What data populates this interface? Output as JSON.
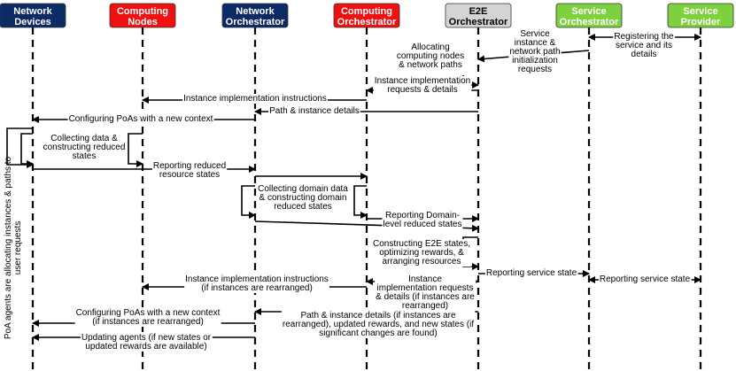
{
  "colors": {
    "navy": "#0c2a63",
    "red": "#f01010",
    "gray": "#d4d4d4",
    "green": "#7dd13d",
    "white": "#ffffff",
    "black": "#000000"
  },
  "participants": [
    {
      "id": "nd",
      "line1": "Network",
      "line2": "Devices",
      "fill": "navy",
      "text": "white"
    },
    {
      "id": "cn",
      "line1": "Computing",
      "line2": "Nodes",
      "fill": "red",
      "text": "white"
    },
    {
      "id": "no",
      "line1": "Network",
      "line2": "Orchestrator",
      "fill": "navy",
      "text": "white"
    },
    {
      "id": "co",
      "line1": "Computing",
      "line2": "Orchestrator",
      "fill": "red",
      "text": "white"
    },
    {
      "id": "e2e",
      "line1": "E2E",
      "line2": "Orchestrator",
      "fill": "gray",
      "text": "black"
    },
    {
      "id": "so",
      "line1": "Service",
      "line2": "Orchestrator",
      "fill": "green",
      "text": "white"
    },
    {
      "id": "sp",
      "line1": "Service",
      "line2": "Provider",
      "fill": "green",
      "text": "white"
    }
  ],
  "side_label": "PoA agents are allocating instances & paths to user requests",
  "messages": [
    {
      "id": "registering",
      "lines": [
        "Registering the",
        "service and its",
        "details"
      ]
    },
    {
      "id": "service-init",
      "lines": [
        "Service",
        "instance &",
        "network path",
        "initialization",
        "requests"
      ]
    },
    {
      "id": "allocating",
      "lines": [
        "Allocating",
        "computing nodes",
        "& network paths"
      ]
    },
    {
      "id": "impl-requests",
      "lines": [
        "Instance implementation",
        "requests & details"
      ]
    },
    {
      "id": "impl-instructions",
      "lines": [
        "Instance implementation instructions"
      ]
    },
    {
      "id": "path-instance",
      "lines": [
        "Path & instance details"
      ]
    },
    {
      "id": "configuring-poas",
      "lines": [
        "Configuring PoAs with a new context"
      ]
    },
    {
      "id": "collecting-data",
      "lines": [
        "Collecting data &",
        "constructing reduced",
        "states"
      ]
    },
    {
      "id": "reporting-reduced",
      "lines": [
        "Reporting reduced",
        "resource states"
      ]
    },
    {
      "id": "collecting-domain",
      "lines": [
        "Collecting domain data",
        "& constructing domain",
        "reduced states"
      ]
    },
    {
      "id": "reporting-domain",
      "lines": [
        "Reporting Domain-",
        "level reduced states"
      ]
    },
    {
      "id": "constructing-e2e",
      "lines": [
        "Constructing E2E states,",
        "optimizing rewards, &",
        "arranging resources"
      ]
    },
    {
      "id": "reporting-service-so",
      "lines": [
        "Reporting service state"
      ]
    },
    {
      "id": "reporting-service-sp",
      "lines": [
        "Reporting service state"
      ]
    },
    {
      "id": "impl-instructions-2",
      "lines": [
        "Instance implementation instructions",
        "(if instances are rearranged)"
      ]
    },
    {
      "id": "impl-requests-2",
      "lines": [
        "Instance",
        "implementation requests",
        "& details (if instances are",
        "rearranged)"
      ]
    },
    {
      "id": "path-instance-2",
      "lines": [
        "Path & instance details (if instances are",
        "rearranged), updated rewards, and new states (if",
        "significant changes are found)"
      ]
    },
    {
      "id": "configuring-poas-2",
      "lines": [
        "Configuring PoAs with a new context",
        "(if instances are rearranged)"
      ]
    },
    {
      "id": "updating-agents",
      "lines": [
        "Updating agents (if new states or",
        "updated rewards are available)"
      ]
    }
  ]
}
